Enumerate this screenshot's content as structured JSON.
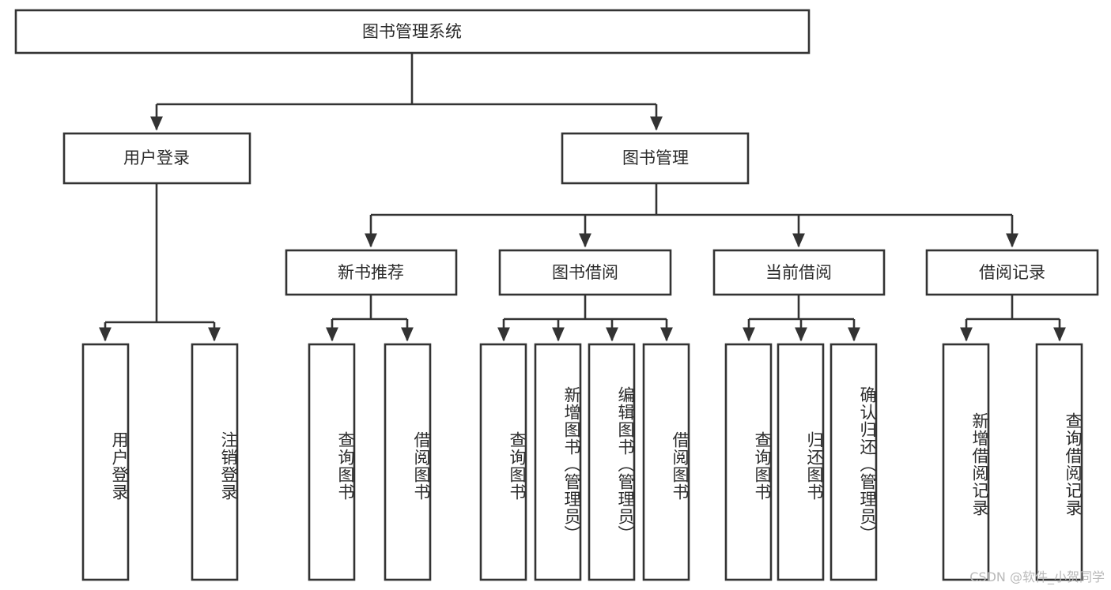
{
  "diagram": {
    "type": "tree",
    "title": "图书管理系统",
    "watermark": "CSDN @软件_小贺同学",
    "colors": {
      "stroke": "#333333",
      "fill": "#ffffff",
      "text": "#2b2b2b",
      "watermark": "#b9b9b9"
    },
    "levels": {
      "root": {
        "label": "图书管理系统"
      },
      "level2": [
        {
          "label": "用户登录"
        },
        {
          "label": "图书管理"
        }
      ],
      "level3": [
        {
          "label": "新书推荐"
        },
        {
          "label": "图书借阅"
        },
        {
          "label": "当前借阅"
        },
        {
          "label": "借阅记录"
        }
      ],
      "leaves": [
        {
          "label": "用户登录",
          "parent": "用户登录"
        },
        {
          "label": "注销登录",
          "parent": "用户登录"
        },
        {
          "label": "查询图书",
          "parent": "新书推荐"
        },
        {
          "label": "借阅图书",
          "parent": "新书推荐"
        },
        {
          "label": "查询图书",
          "parent": "图书借阅"
        },
        {
          "label": "新增图书（管理员）",
          "parent": "图书借阅"
        },
        {
          "label": "编辑图书（管理员）",
          "parent": "图书借阅"
        },
        {
          "label": "借阅图书",
          "parent": "图书借阅"
        },
        {
          "label": "查询图书",
          "parent": "当前借阅"
        },
        {
          "label": "归还图书",
          "parent": "当前借阅"
        },
        {
          "label": "确认归还（管理员）",
          "parent": "当前借阅"
        },
        {
          "label": "新增借阅记录",
          "parent": "借阅记录"
        },
        {
          "label": "查询借阅记录",
          "parent": "借阅记录"
        }
      ]
    }
  }
}
